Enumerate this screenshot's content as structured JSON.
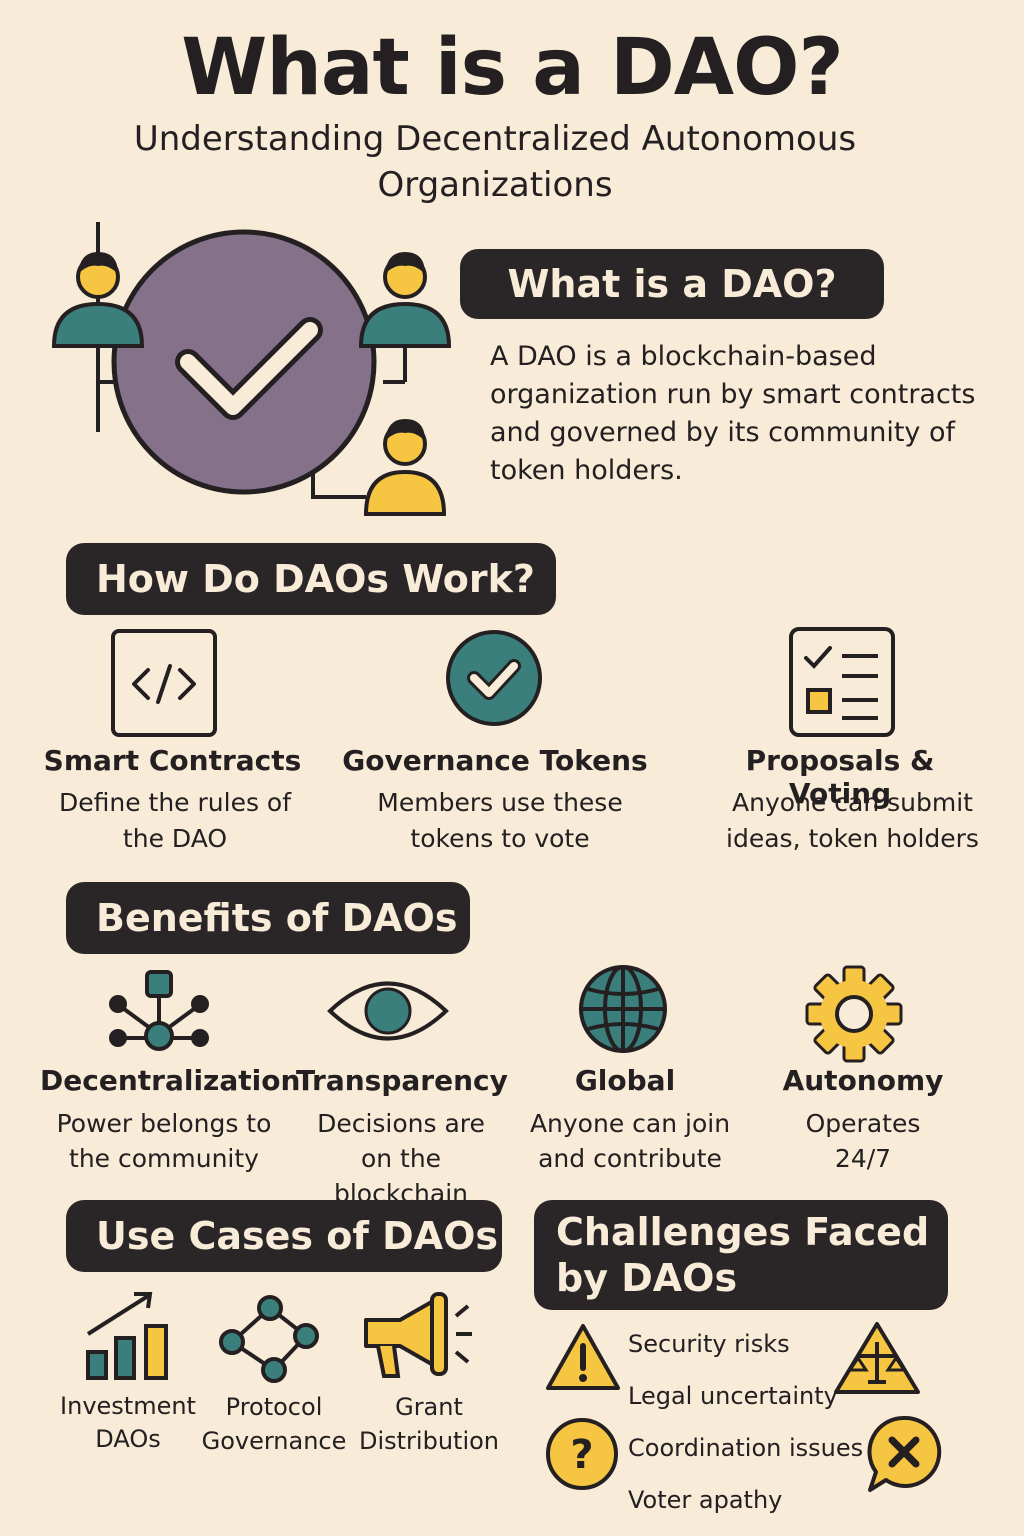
{
  "header": {
    "title": "What is a DAO?",
    "subtitle": "Understanding Decentralized Autonomous Organizations"
  },
  "intro": {
    "heading": "What is a DAO?",
    "text": "A DAO is a blockchain-based organization run by smart contracts and governed by its community of token holders."
  },
  "how": {
    "heading": "How Do DAOs Work?",
    "items": [
      {
        "title": "Smart Contracts",
        "desc": "Define the rules of the DAO",
        "icon": "code-icon"
      },
      {
        "title": "Governance Tokens",
        "desc": "Members use these tokens to vote",
        "icon": "check-circle-icon"
      },
      {
        "title": "Proposals & Voting",
        "desc": "Anyone can submit ideas, token holders",
        "icon": "checklist-icon"
      }
    ]
  },
  "benefits": {
    "heading": "Benefits of DAOs",
    "items": [
      {
        "title": "Decentralization",
        "desc": "Power belongs to the community",
        "icon": "network-icon"
      },
      {
        "title": "Transparency",
        "desc": "Decisions are on the blockchain",
        "icon": "eye-icon"
      },
      {
        "title": "Global",
        "desc": "Anyone can join and contribute",
        "icon": "globe-icon"
      },
      {
        "title": "Autonomy",
        "desc": "Operates 24/7",
        "icon": "gear-icon"
      }
    ]
  },
  "use_cases": {
    "heading": "Use Cases of DAOs",
    "items": [
      {
        "label": "Investment DAOs",
        "icon": "growth-chart-icon"
      },
      {
        "label": "Protocol Governance",
        "icon": "nodes-icon"
      },
      {
        "label": "Grant Distribution",
        "icon": "megaphone-icon"
      }
    ]
  },
  "challenges": {
    "heading": "Challenges Faced by DAOs",
    "items": [
      "Security risks",
      "Legal uncertainty",
      "Coordination issues",
      "Voter apathy"
    ]
  },
  "colors": {
    "background": "#f8ebd8",
    "dark": "#2a2627",
    "teal": "#3b7f7c",
    "purple": "#86718a",
    "yellow": "#f6c542"
  }
}
